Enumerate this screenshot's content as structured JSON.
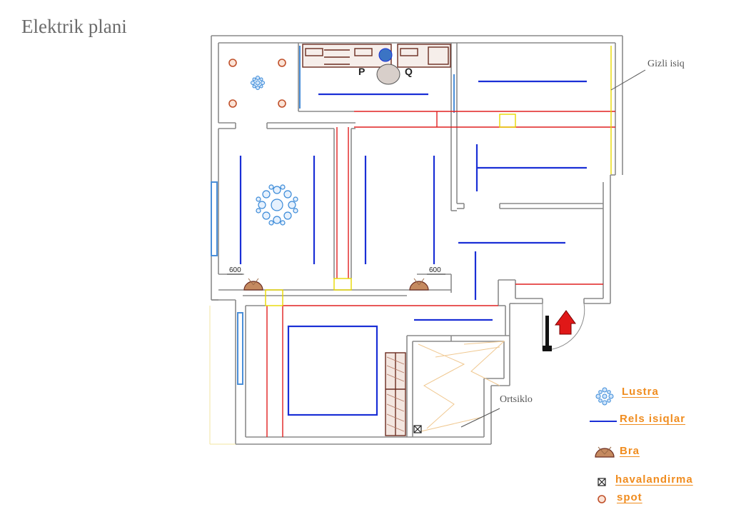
{
  "title": "Elektrik plani",
  "callouts": {
    "hidden_light": "Gizli isiq",
    "glass": "Ortsiklo"
  },
  "dimensions": {
    "left": "600",
    "right": "600"
  },
  "kitchen_labels": {
    "p": "P",
    "q": "Q"
  },
  "legend": {
    "chandelier": "Lustra",
    "rail_lights": "Rels isiqlar",
    "sconce": "Bra",
    "ventilation": "havalandirma",
    "spot": "spot"
  },
  "colors": {
    "walls": "#8a8a8a",
    "rail_light": "#1a2fd6",
    "cable": "#e02020",
    "hidden_light": "#e8d800",
    "window": "#4a8ed8",
    "legend_text": "#f08c1e",
    "furniture": "#6b2c20",
    "spot": "#c0502a"
  }
}
